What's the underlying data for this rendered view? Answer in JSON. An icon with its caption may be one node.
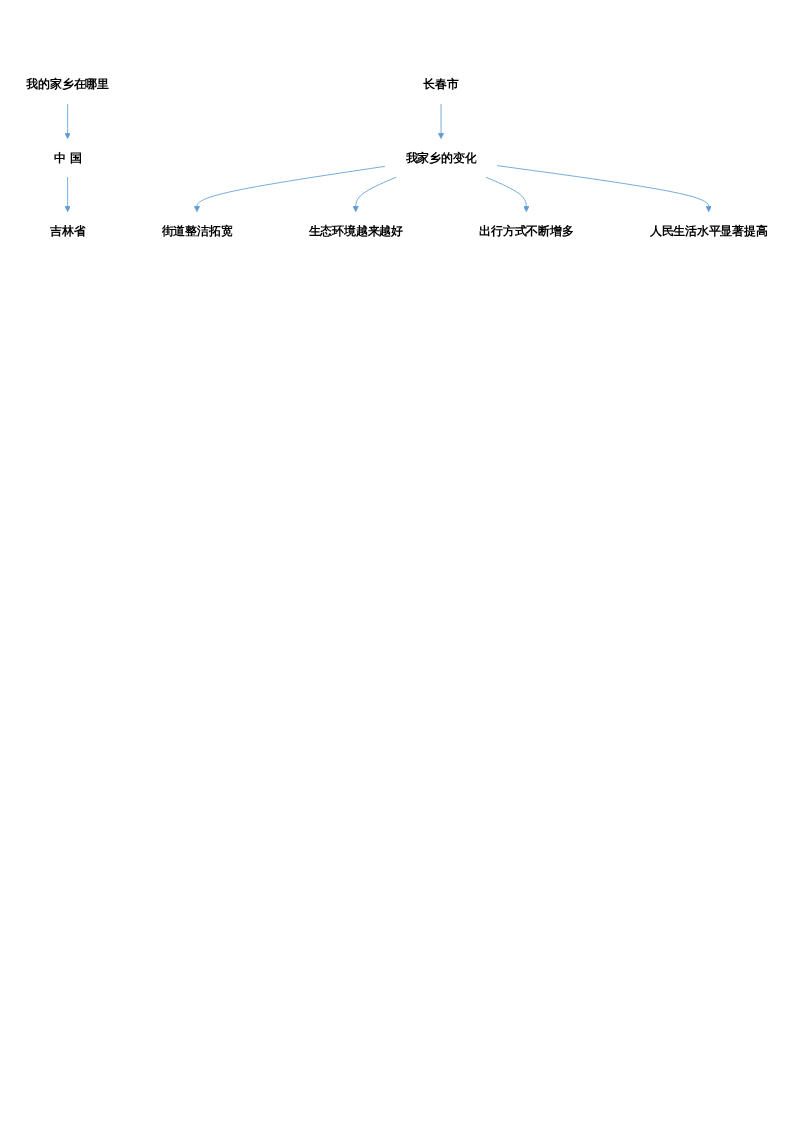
{
  "diagram": {
    "nodes": [
      {
        "text": [
          "我的家乡在哪里"
        ]
      },
      {
        "text": [
          "中 国"
        ]
      },
      {
        "text": [
          "吉林省"
        ]
      },
      {
        "text": [
          "长春市"
        ]
      },
      {
        "text": [
          "我家乡的变化"
        ]
      },
      {
        "text": [
          "街道整洁拓宽"
        ]
      },
      {
        "text": [
          "生态环境越来越好"
        ]
      },
      {
        "text": [
          "出行方式不断增多"
        ]
      },
      {
        "text": [
          "人民生活水平显著提高"
        ]
      }
    ],
    "edges": [
      {
        "from": 0,
        "to": 1,
        "arrow": "to"
      },
      {
        "from": 1,
        "to": 2,
        "arrow": "to"
      },
      {
        "from": 3,
        "to": 4,
        "arrow": "to"
      },
      {
        "from": 4,
        "to": 5,
        "arrow": "to"
      },
      {
        "from": 4,
        "to": 6,
        "arrow": "to"
      },
      {
        "from": 4,
        "to": 7,
        "arrow": "to"
      },
      {
        "from": 4,
        "to": 8,
        "arrow": "to"
      }
    ]
  }
}
